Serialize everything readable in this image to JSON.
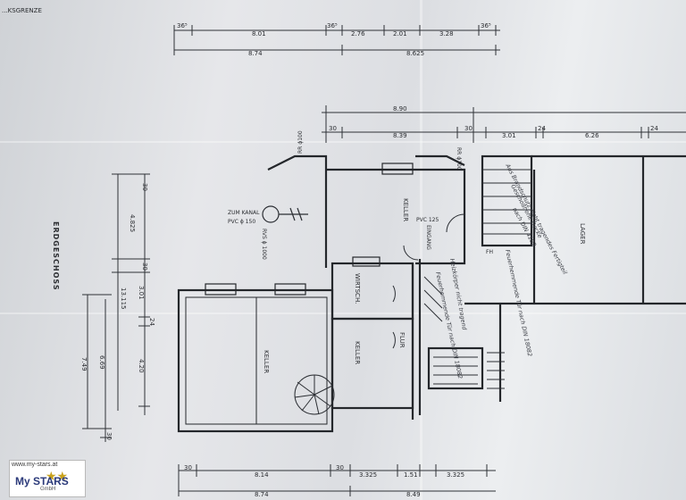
{
  "plan": {
    "boundary_label": "...KSGRENZE",
    "top_dims_row1": [
      "36⁵",
      "8.01",
      "36⁵",
      "2.76",
      "2.01",
      "3.28",
      "36⁵"
    ],
    "top_dims_row2": [
      "8.74",
      "8.625"
    ],
    "upper_dims_row1": [
      "8.90"
    ],
    "upper_dims_row2": [
      "30",
      "8.39",
      "30",
      "3.01",
      "24",
      "6.26",
      "24"
    ],
    "bottom_dims_row1": [
      "30",
      "8.14",
      "30",
      "3.325",
      "1.51",
      "3.325"
    ],
    "bottom_dims_row2": [
      "8.74",
      "8.49"
    ],
    "left_dims": [
      "30",
      "4.825",
      "30",
      "13.115",
      "3.01",
      "24",
      "4.20",
      "7.49",
      "6.69",
      "30"
    ],
    "vertical_title": "ERDGESCHOSS",
    "rooms": {
      "keller_top": "KELLER",
      "wirtsch": "WIRTSCH.",
      "keller_mid": "KELLER",
      "keller_big": "KELLER",
      "flur": "FLUR",
      "lager": "LAGER"
    },
    "annotations": {
      "kanal": "ZUM KANAL",
      "pvc150": "PVC ϕ 150",
      "rvs": "RVS ϕ 1000",
      "pvc125": "PVC 125",
      "rr100_left": "RR ϕ100",
      "rr100_right": "RR ϕ100",
      "eingang": "EINGANG",
      "fh": "FH",
      "decke1": "Geschoßhohe Decke",
      "decke2": "nach DIN 4102",
      "note1": "Aus Brandschutz nicht tragendes Fertigteil",
      "note2": "Heizkörper nicht tragend",
      "note3": "Feuerhemmende Tür nach DIN 18082",
      "note4": "Feuerhemmende Tür nach DIN 18082"
    }
  },
  "logo": {
    "url": "www.my-stars.at",
    "brand": "My STARS",
    "sub": "GmbH"
  }
}
